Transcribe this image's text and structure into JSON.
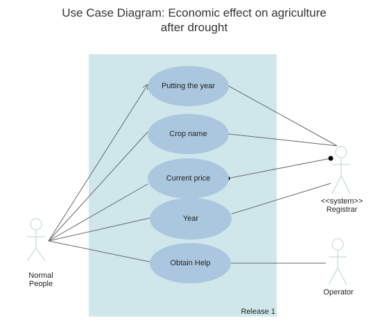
{
  "diagram": {
    "title_line1": "Use Case Diagram: Economic effect on agriculture",
    "title_line2": "after drought",
    "boundary_label": "Release 1",
    "use_cases": {
      "putting_the_year": "Putting the year",
      "crop_name": "Crop name",
      "current_price": "Current price",
      "year": "Year",
      "obtain_help": "Obtain Help"
    },
    "actors": {
      "normal_people_line1": "Normal",
      "normal_people_line2": "People",
      "registrar_stereotype": "<<system>>",
      "registrar_name": "Registrar",
      "operator": "Operator"
    },
    "colors": {
      "boundary_fill": "#cfe7ea",
      "use_case_fill": "#aac7df",
      "actor_stroke": "#cfe0e2",
      "connector": "#666666"
    }
  }
}
